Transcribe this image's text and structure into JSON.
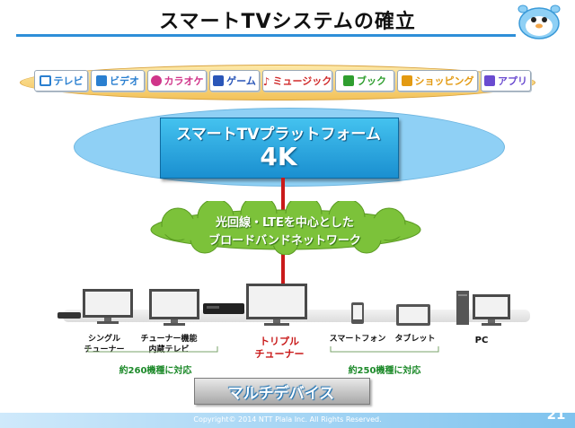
{
  "title": "スマートTVシステムの確立",
  "services": [
    {
      "label": "テレビ",
      "icon": "tv-icon",
      "color": "#2a7fd0"
    },
    {
      "label": "ビデオ",
      "icon": "video-icon",
      "color": "#2a7fd0"
    },
    {
      "label": "カラオケ",
      "icon": "karaoke-icon",
      "color": "#d0358a"
    },
    {
      "label": "ゲーム",
      "icon": "game-icon",
      "color": "#2a56b8"
    },
    {
      "label": "ミュージック",
      "icon": "music-icon",
      "color": "#d02a2a"
    },
    {
      "label": "ブック",
      "icon": "book-icon",
      "color": "#2f9e2f"
    },
    {
      "label": "ショッピング",
      "icon": "shopping-icon",
      "color": "#e39a12"
    },
    {
      "label": "アプリ",
      "icon": "app-icon",
      "color": "#6a4bd0"
    }
  ],
  "platform": {
    "title": "スマートTVプラットフォーム",
    "subtitle": "4K"
  },
  "network": {
    "line1": "光回線・LTEを中心とした",
    "line2": "ブロードバンドネットワーク"
  },
  "devices": {
    "single_tuner": "シングル\nチューナー",
    "tuner_tv": "チューナー機能\n内蔵テレビ",
    "triple_tuner": "トリプル\nチューナー",
    "smartphone": "スマートフォン",
    "tablet": "タブレット",
    "pc": "PC",
    "left_support": "約260機種に対応",
    "right_support": "約250機種に対応",
    "category": "マルチデバイス"
  },
  "footer": {
    "copyright": "Copyright© 2014 NTT Plala Inc. All Rights Reserved.",
    "page": "21"
  },
  "colors": {
    "accent": "#2e8fd8",
    "platform": "#1a8fd0",
    "network": "#7cc23a",
    "link": "#c91a1a",
    "support_text": "#1d8a2a"
  }
}
